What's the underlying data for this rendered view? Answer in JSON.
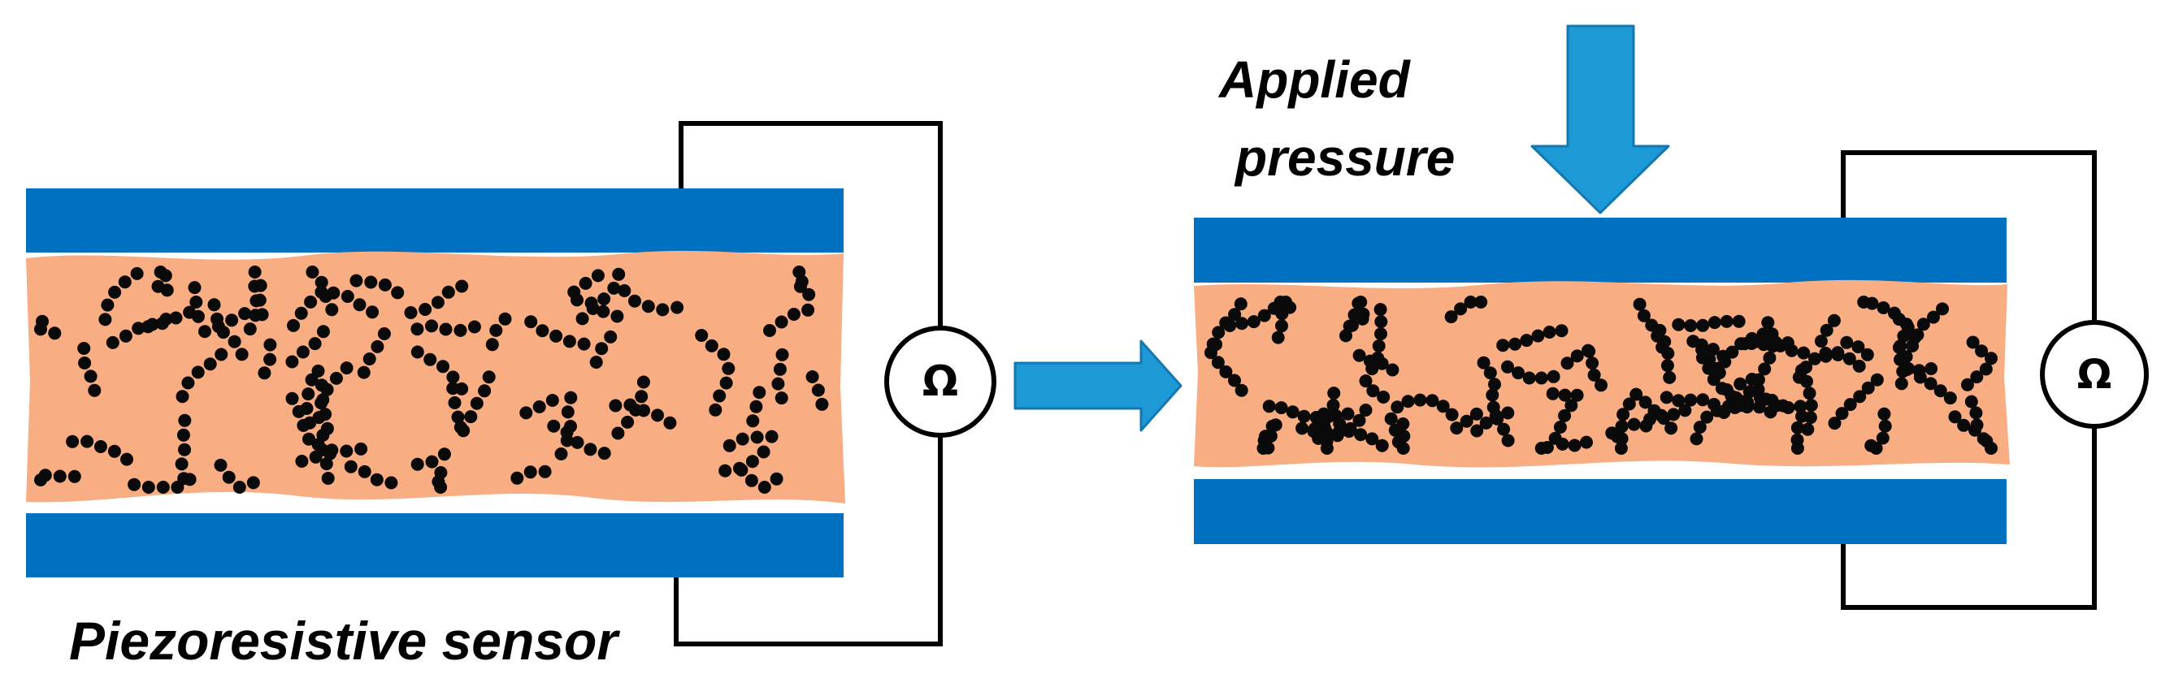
{
  "labels": {
    "sensor": "Piezoresistive sensor",
    "pressure_line1": "Applied",
    "pressure_line2": "pressure",
    "ohm_left": "Ω",
    "ohm_right": "Ω"
  },
  "colors": {
    "electrode": "#0070c0",
    "arrow": "#1d9ad6",
    "arrow_stroke": "#1478b0",
    "matrix": "#f9ad82",
    "particle": "#0a0a0a",
    "wire": "#000000"
  },
  "icons": {
    "ohm_meter": "ohmmeter-icon",
    "process_arrow": "right-arrow-icon",
    "pressure_arrow": "down-arrow-icon"
  }
}
